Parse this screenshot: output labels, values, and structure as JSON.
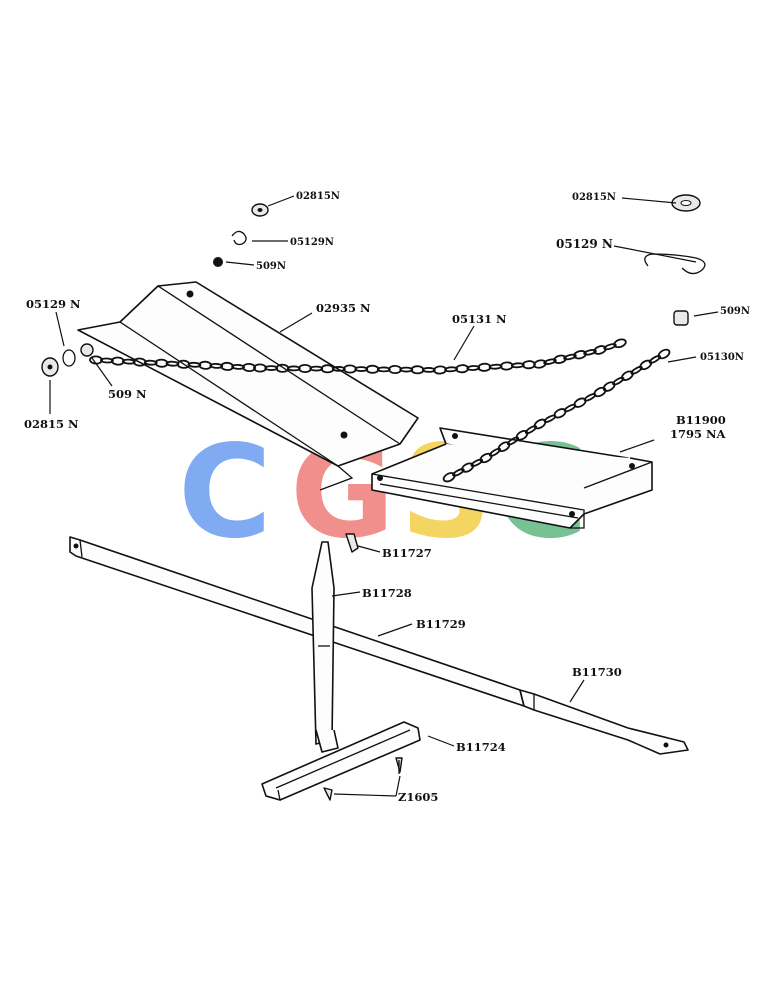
{
  "labels": {
    "washer_top_left": "02815N",
    "hook_top_left": "05129N",
    "nut_top_left": "509N",
    "washer_top_right": "02815N",
    "hook_top_right": "05129 N",
    "nut_right": "509N",
    "chain_right": "05130N",
    "hook_left": "05129 N",
    "nut_left": "509 N",
    "washer_left": "02815 N",
    "plate": "02935 N",
    "chain_main": "05131 N",
    "tray_line1": "B11900",
    "tray_line2": "1795 NA",
    "pin": "B11727",
    "post": "B11728",
    "bar": "B11729",
    "bar_end": "B11730",
    "foot": "B11724",
    "screws": "Z1605"
  },
  "watermark": {
    "letters": [
      "C",
      "G",
      "S",
      "C"
    ],
    "colors": [
      "#7aa7f2",
      "#f08a85",
      "#f5d35a",
      "#6fbf8e"
    ]
  }
}
